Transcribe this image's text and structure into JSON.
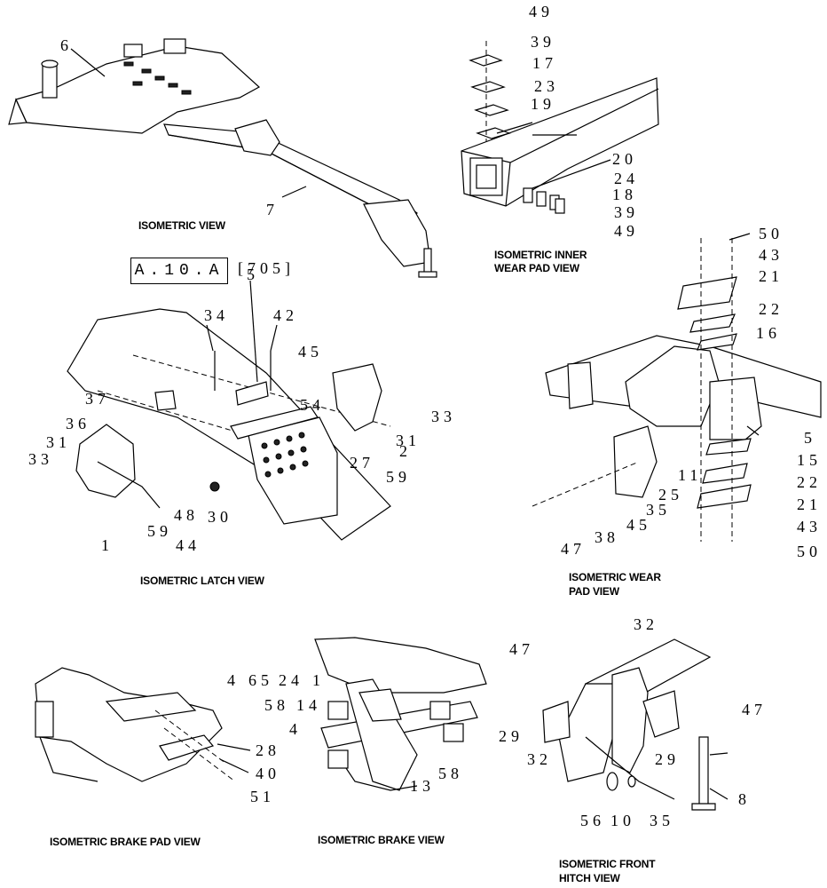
{
  "views": {
    "isometric": "ISOMETRIC VIEW",
    "inner_wear_pad_1": "ISOMETRIC INNER",
    "inner_wear_pad_2": "WEAR PAD VIEW",
    "latch": "ISOMETRIC LATCH VIEW",
    "wear_pad_1": "ISOMETRIC WEAR",
    "wear_pad_2": "PAD VIEW",
    "brake_pad": "ISOMETRIC BRAKE PAD VIEW",
    "brake": "ISOMETRIC BRAKE VIEW",
    "front_hitch_1": "ISOMETRIC FRONT",
    "front_hitch_2": "HITCH VIEW"
  },
  "reference": {
    "box": "A.10.A",
    "tail": "[705]"
  },
  "callouts": {
    "main": [
      "6",
      "7"
    ],
    "inner_pad": [
      "49",
      "39",
      "17",
      "23",
      "19",
      "20",
      "24",
      "18",
      "39",
      "49"
    ],
    "latch": [
      "5",
      "34",
      "42",
      "45",
      "37",
      "36",
      "31",
      "33",
      "54",
      "33",
      "31",
      "2",
      "27",
      "59",
      "30",
      "48",
      "59",
      "44",
      "1"
    ],
    "wear_pad": [
      "50",
      "43",
      "21",
      "22",
      "16",
      "5",
      "15",
      "22",
      "21",
      "43",
      "50",
      "11",
      "25",
      "35",
      "38",
      "45",
      "47"
    ],
    "brake_pad": [
      "28",
      "40",
      "51"
    ],
    "brake": [
      "4",
      "65",
      "24",
      "1",
      "58",
      "14",
      "4",
      "13",
      "58"
    ],
    "front_hitch": [
      "47",
      "32",
      "47",
      "29",
      "32",
      "29",
      "8",
      "56",
      "10",
      "35"
    ]
  }
}
